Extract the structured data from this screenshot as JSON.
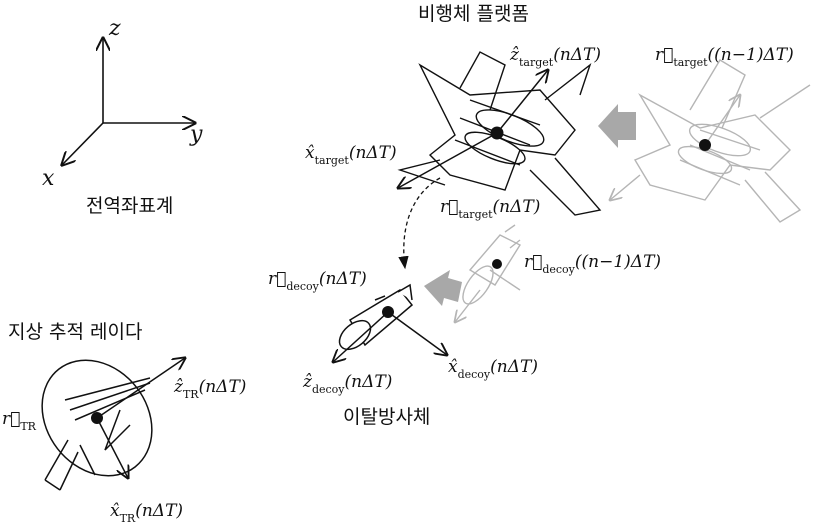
{
  "frame": {
    "axis_x": "x",
    "axis_y": "y",
    "axis_z": "z",
    "caption": "전역좌표계"
  },
  "platform": {
    "title": "비행체 플랫폼",
    "z_label": {
      "base": "ẑ",
      "sub": "target",
      "arg": "(nΔT)"
    },
    "x_label": {
      "base": "x̂",
      "sub": "target",
      "arg": "(nΔT)"
    },
    "r_label": {
      "base": "r⃗",
      "sub": "target",
      "arg": "(nΔT)"
    },
    "r_prev_label": {
      "base": "r⃗",
      "sub": "target",
      "arg": "((n−1)ΔT)"
    }
  },
  "decoy": {
    "title": "이탈방사체",
    "r_label": {
      "base": "r⃗",
      "sub": "decoy",
      "arg": "(nΔT)"
    },
    "r_prev_label": {
      "base": "r⃗",
      "sub": "decoy",
      "arg": "((n−1)ΔT)"
    },
    "z_label": {
      "base": "ẑ",
      "sub": "decoy",
      "arg": "(nΔT)"
    },
    "x_label": {
      "base": "x̂",
      "sub": "decoy",
      "arg": "(nΔT)"
    }
  },
  "radar": {
    "title": "지상 추적 레이다",
    "r_label": {
      "base": "r⃗",
      "sub": "TR"
    },
    "z_label": {
      "base": "ẑ",
      "sub": "TR",
      "arg": "(nΔT)"
    },
    "x_label": {
      "base": "x̂",
      "sub": "TR",
      "arg": "(nΔT)"
    }
  },
  "colors": {
    "ink": "#111111",
    "ghost": "#b5b5b5",
    "motion_arrow": "#a8a8a8"
  }
}
